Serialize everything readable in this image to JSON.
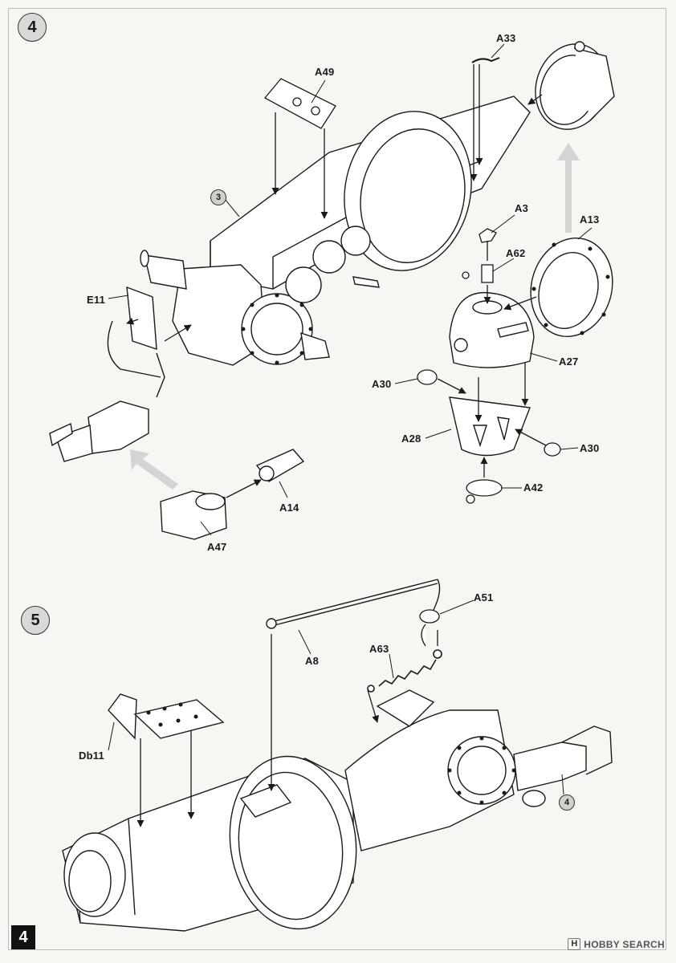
{
  "steps": {
    "step4": "4",
    "step5": "5"
  },
  "refs": {
    "sub3": "3",
    "sub4": "4"
  },
  "parts": {
    "A49": "A49",
    "A33": "A33",
    "A3": "A3",
    "A13": "A13",
    "A62": "A62",
    "A27": "A27",
    "A30a": "A30",
    "A30b": "A30",
    "A28": "A28",
    "A42": "A42",
    "A14": "A14",
    "A47": "A47",
    "E11": "E11",
    "A51": "A51",
    "A63": "A63",
    "A8": "A8",
    "Db11": "Db11"
  },
  "footer": {
    "page_number": "4",
    "watermark_mark": "H",
    "watermark_brand": "HOBBY SEARCH"
  },
  "colors": {
    "line": "#1a1a1a",
    "arrow_gray": "#d4d4d4",
    "background": "#f7f6f2"
  }
}
